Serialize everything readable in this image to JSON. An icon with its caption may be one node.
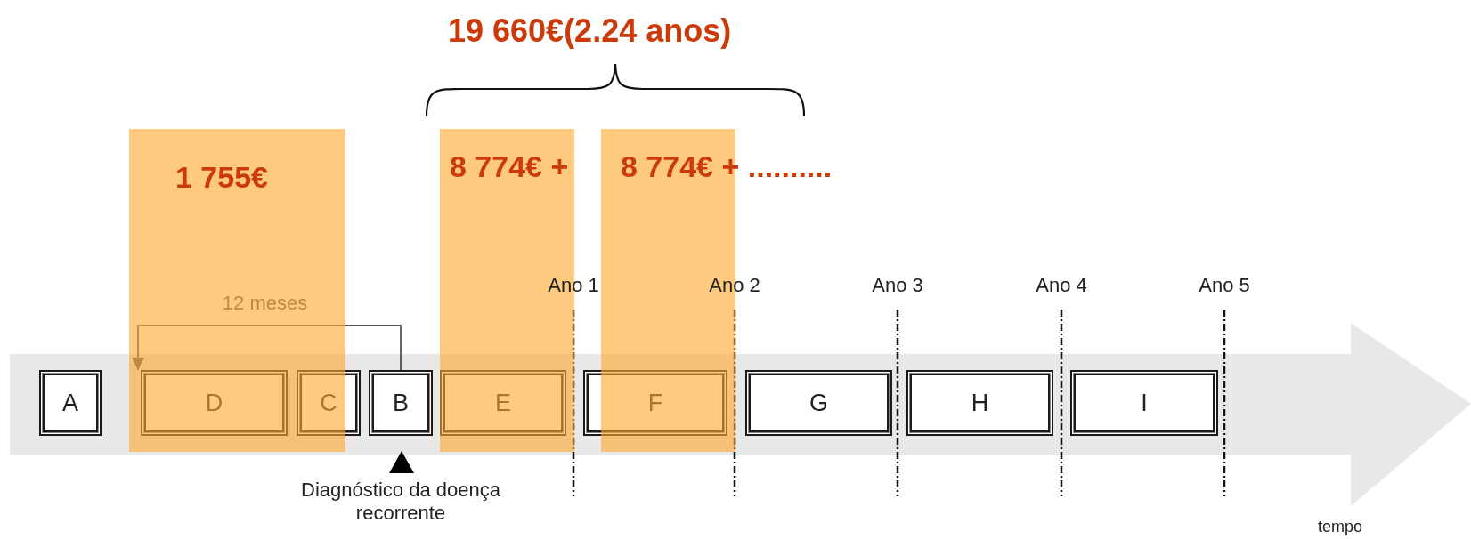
{
  "diagram": {
    "nodes": [
      {
        "text": [
          "A"
        ]
      },
      {
        "text": [
          "D"
        ]
      },
      {
        "text": [
          "C"
        ]
      },
      {
        "text": [
          "B"
        ],
        "beside": [
          "Diagnóstico da doença recorrente"
        ]
      },
      {
        "text": [
          "E"
        ]
      },
      {
        "text": [
          "F"
        ]
      },
      {
        "text": [
          "G"
        ]
      },
      {
        "text": [
          "H"
        ]
      },
      {
        "text": [
          "I"
        ]
      }
    ],
    "edges": [
      {
        "from": 3,
        "to": 1,
        "arrow": "to",
        "label": "12 meses"
      }
    ],
    "labels": [
      "19 660€(2.24 anos)",
      "1 755€",
      "8 774€ +",
      "8 774€ + ..........",
      "Ano 1",
      "Ano 2",
      "Ano 3",
      "Ano 4",
      "Ano 5",
      "tempo"
    ]
  }
}
